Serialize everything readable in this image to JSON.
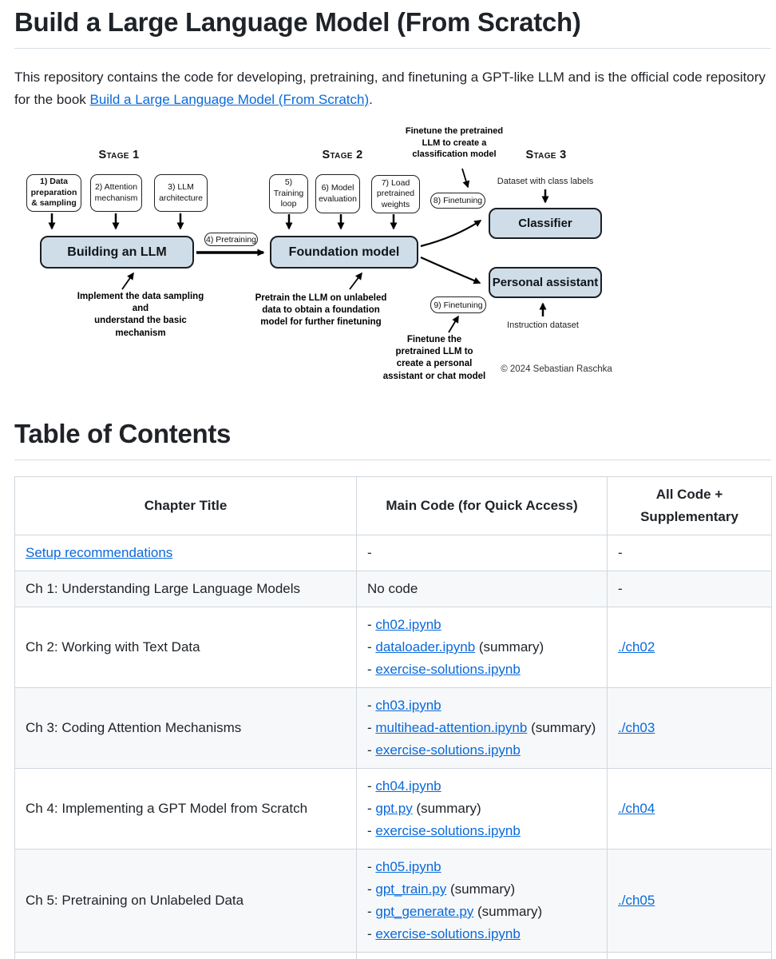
{
  "colors": {
    "link": "#0969da",
    "diagram_box_fill": "#cfdde9",
    "table_border": "#d0d7de",
    "row_alt_background": "#f6f8fa",
    "text": "#1f2328"
  },
  "header": {
    "title": "Build a Large Language Model (From Scratch)"
  },
  "intro": {
    "before": "This repository contains the code for developing, pretraining, and finetuning a GPT-like LLM and is the official code repository for the book ",
    "link": "Build a Large Language Model (From Scratch)",
    "after": "."
  },
  "diagram": {
    "stages": [
      "Stage 1",
      "Stage 2",
      "Stage 3"
    ],
    "step_boxes": [
      {
        "label": "1) Data\npreparation\n& sampling"
      },
      {
        "label": "2) Attention\nmechanism"
      },
      {
        "label": "3) LLM\narchitecture"
      },
      {
        "label": "5) Training\nloop"
      },
      {
        "label": "6) Model\nevaluation"
      },
      {
        "label": "7) Load\npretrained\nweights"
      }
    ],
    "main_boxes": {
      "building": "Building an LLM",
      "foundation": "Foundation model",
      "classifier": "Classifier",
      "personal": "Personal assistant"
    },
    "pills": {
      "pretraining": "4) Pretraining",
      "finetuning8": "8) Finetuning",
      "finetuning9": "9) Finetuning"
    },
    "annotations": {
      "classification": "Finetune the pretrained\nLLM to create a\nclassification model",
      "dataset": "Dataset with class labels",
      "instruction": "Instruction dataset",
      "implement": "Implement the data sampling and\nunderstand the basic mechanism",
      "pretrain": "Pretrain the LLM on unlabeled\ndata to obtain a foundation\nmodel for further finetuning",
      "personal": "Finetune the\npretrained LLM to\ncreate a personal\nassistant or chat model",
      "copyright": "© 2024 Sebastian Raschka"
    }
  },
  "toc": {
    "heading": "Table of Contents",
    "headers": [
      "Chapter Title",
      "Main Code (for Quick Access)",
      "All Code +\nSupplementary"
    ],
    "rows": [
      {
        "chapter": {
          "link": "Setup recommendations"
        },
        "main": {
          "text": "-"
        },
        "all": {
          "text": "-"
        }
      },
      {
        "chapter": {
          "text": "Ch 1: Understanding Large Language Models"
        },
        "main": {
          "text": "No code"
        },
        "all": {
          "text": "-"
        }
      },
      {
        "chapter": {
          "text": "Ch 2: Working with Text Data"
        },
        "main": {
          "items": [
            {
              "link": "ch02.ipynb"
            },
            {
              "link": "dataloader.ipynb",
              "suffix": " (summary)"
            },
            {
              "link": "exercise-solutions.ipynb"
            }
          ]
        },
        "all": {
          "link": "./ch02"
        }
      },
      {
        "chapter": {
          "text": "Ch 3: Coding Attention Mechanisms"
        },
        "main": {
          "items": [
            {
              "link": "ch03.ipynb"
            },
            {
              "link": "multihead-attention.ipynb",
              "suffix": " (summary)"
            },
            {
              "link": "exercise-solutions.ipynb"
            }
          ]
        },
        "all": {
          "link": "./ch03"
        }
      },
      {
        "chapter": {
          "text": "Ch 4: Implementing a GPT Model from Scratch"
        },
        "main": {
          "items": [
            {
              "link": "ch04.ipynb"
            },
            {
              "link": "gpt.py",
              "suffix": " (summary)"
            },
            {
              "link": "exercise-solutions.ipynb"
            }
          ]
        },
        "all": {
          "link": "./ch04"
        }
      },
      {
        "chapter": {
          "text": "Ch 5: Pretraining on Unlabeled Data"
        },
        "main": {
          "items": [
            {
              "link": "ch05.ipynb"
            },
            {
              "link": "gpt_train.py",
              "suffix": " (summary)"
            },
            {
              "link": "gpt_generate.py",
              "suffix": " (summary)"
            },
            {
              "link": "exercise-solutions.ipynb"
            }
          ]
        },
        "all": {
          "link": "./ch05"
        }
      },
      {
        "chapter": {
          "text": ""
        },
        "main": {
          "text": ""
        },
        "all": {
          "text": ""
        }
      }
    ]
  }
}
